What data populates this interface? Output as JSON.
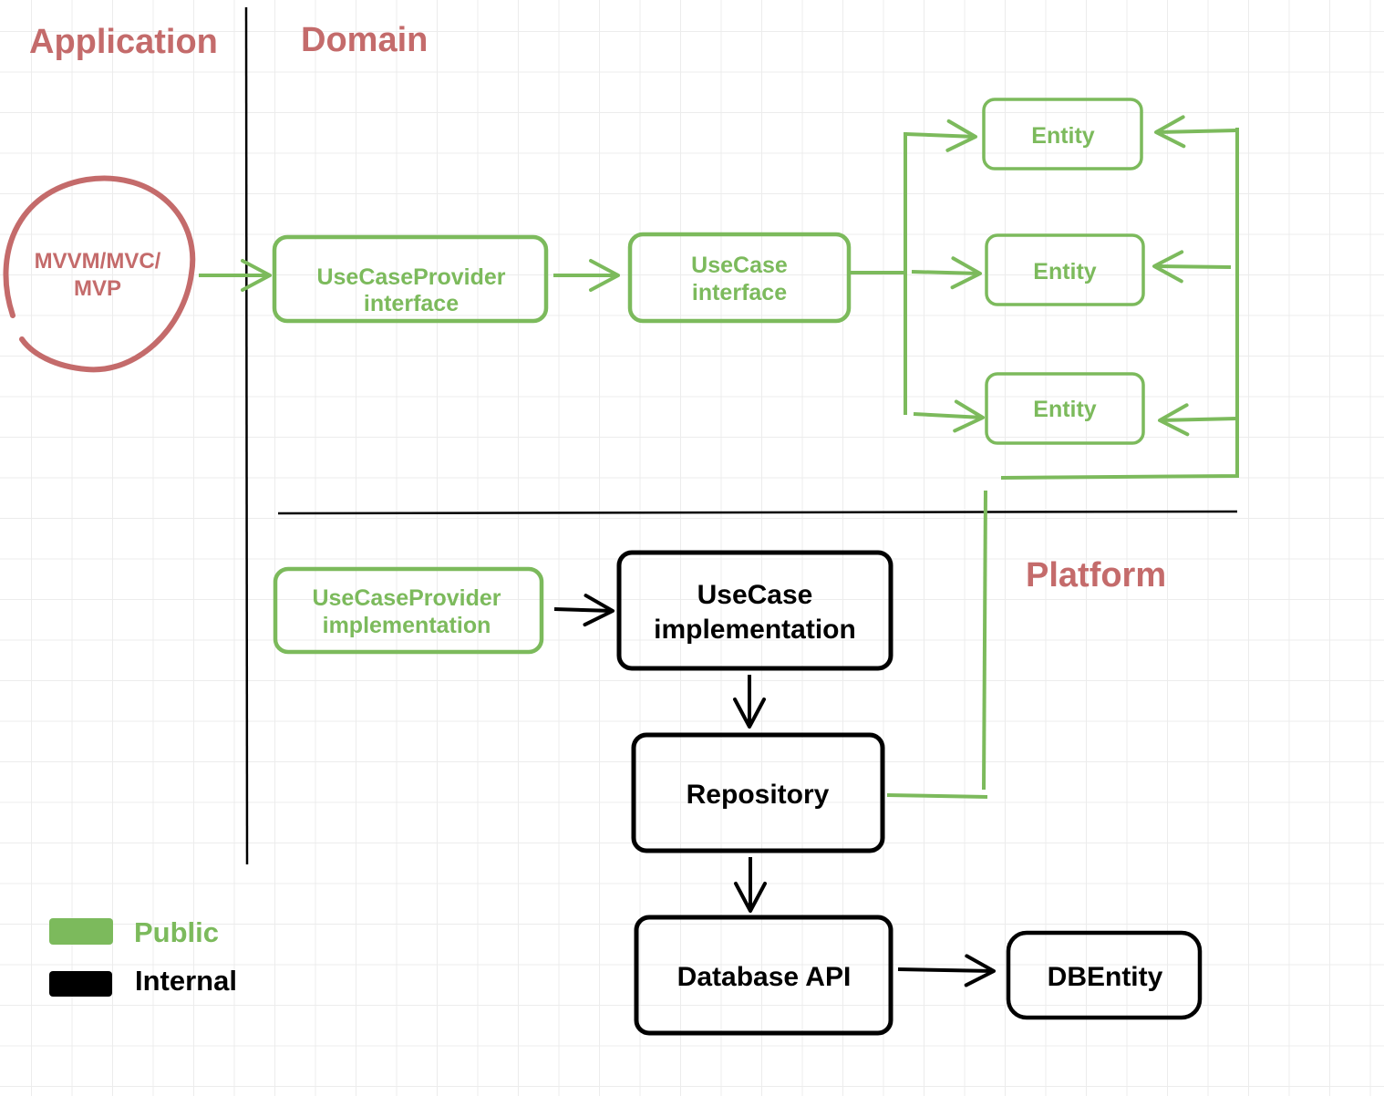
{
  "colors": {
    "public": "#7cba5c",
    "internal": "#000000",
    "region_title": "#c46b6b"
  },
  "regions": {
    "application": "Application",
    "domain": "Domain",
    "platform": "Platform"
  },
  "app_node": {
    "line1": "MVVM/MVC/",
    "line2": "MVP"
  },
  "boxes": {
    "provider_interface": {
      "line1": "UseCaseProvider",
      "line2": "interface"
    },
    "usecase_interface": {
      "line1": "UseCase",
      "line2": "interface"
    },
    "entity_1": "Entity",
    "entity_2": "Entity",
    "entity_3": "Entity",
    "provider_implementation": {
      "line1": "UseCaseProvider",
      "line2": "implementation"
    },
    "usecase_implementation": {
      "line1": "UseCase",
      "line2": "implementation"
    },
    "repository": "Repository",
    "database_api": "Database API",
    "dbentity": "DBEntity"
  },
  "legend": {
    "public": "Public",
    "internal": "Internal"
  }
}
